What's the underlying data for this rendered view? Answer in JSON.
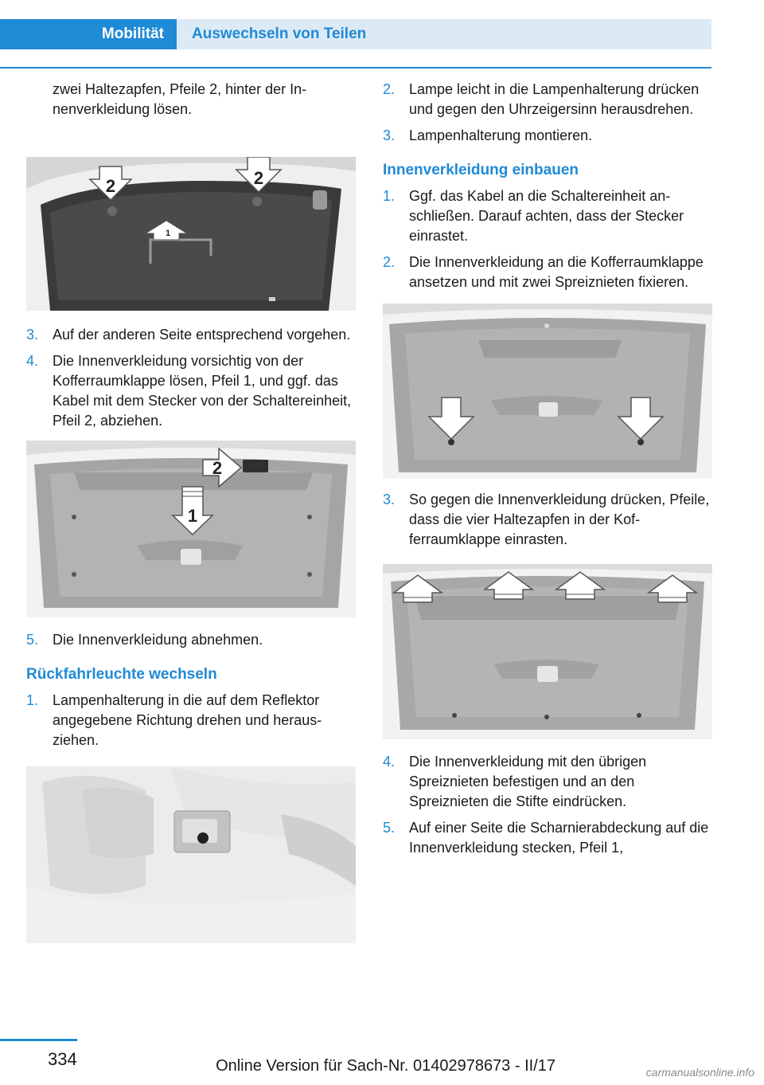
{
  "header": {
    "tab_active": "Mobilität",
    "tab_inactive": "Auswechseln von Teilen"
  },
  "left": {
    "intro": "zwei Haltezapfen, Pfeile 2, hinter der In­nenverkleidung lösen.",
    "steps_a": [
      {
        "num": "3.",
        "text": "Auf der anderen Seite entsprechend vor­gehen."
      },
      {
        "num": "4.",
        "text": "Die Innenverkleidung vorsichtig von der Kofferraumklappe lösen, Pfeil 1, und ggf. das Kabel mit dem Stecker von der Schal­tereinheit, Pfeil 2, abziehen."
      }
    ],
    "steps_b": [
      {
        "num": "5.",
        "text": "Die Innenverkleidung abnehmen."
      }
    ],
    "heading": "Rückfahrleuchte wechseln",
    "steps_c": [
      {
        "num": "1.",
        "text": "Lampenhalterung in die auf dem Reflektor angegebene Richtung drehen und heraus­ziehen."
      }
    ],
    "fig1_labels": [
      "2",
      "2",
      "1"
    ],
    "fig2_labels": [
      "2",
      "1"
    ]
  },
  "right": {
    "steps_a": [
      {
        "num": "2.",
        "text": "Lampe leicht in die Lampenhalterung drü­cken und gegen den Uhrzeigersinn heraus­drehen."
      },
      {
        "num": "3.",
        "text": "Lampenhalterung montieren."
      }
    ],
    "heading": "Innenverkleidung einbauen",
    "steps_b": [
      {
        "num": "1.",
        "text": "Ggf. das Kabel an die Schaltereinheit an­schließen. Darauf achten, dass der Stecker einrastet."
      },
      {
        "num": "2.",
        "text": "Die Innenverkleidung an die Kofferraum­klappe ansetzen und mit zwei Spreiznieten fixieren."
      }
    ],
    "steps_c": [
      {
        "num": "3.",
        "text": "So gegen die Innenverkleidung drücken, Pfeile, dass die vier Haltezapfen in der Kof­ferraumklappe einrasten."
      }
    ],
    "steps_d": [
      {
        "num": "4.",
        "text": "Die Innenverkleidung mit den übrigen Spreiznieten befestigen und an den Spreiznieten die Stifte eindrücken."
      },
      {
        "num": "5.",
        "text": "Auf einer Seite die Scharnierabdeckung auf die Innenverkleidung stecken, Pfeil 1,"
      }
    ]
  },
  "footer": {
    "page_number": "334",
    "online_version": "Online Version für Sach-Nr. 01402978673 - II/17",
    "watermark": "carmanualsonline.info"
  }
}
